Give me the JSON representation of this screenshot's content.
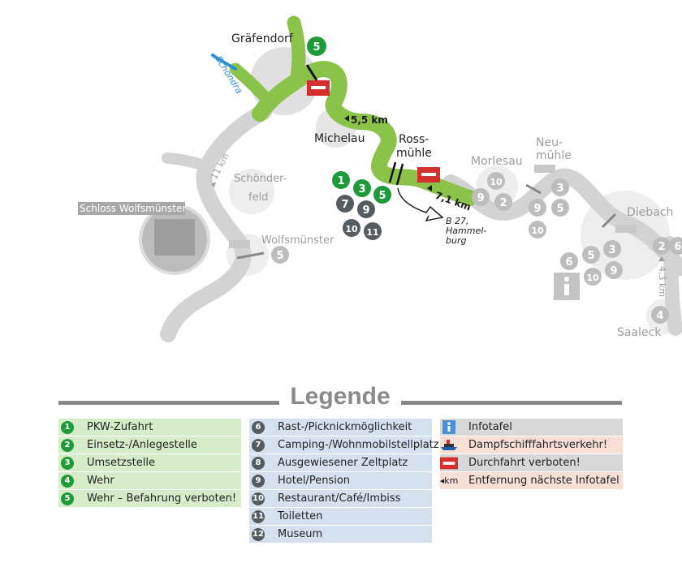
{
  "map": {
    "places": {
      "graefendorf": "Gräfendorf",
      "schondra": "Schondra",
      "michelau": "Michelau",
      "rossmuehle_1": "Ross-",
      "rossmuehle_2": "mühle",
      "morlesau": "Morlesau",
      "neumuehle_1": "Neu-",
      "neumuehle_2": "mühle",
      "diebach": "Diebach",
      "schoenderfeld_1": "Schönder-",
      "schoenderfeld_2": "feld",
      "schloss": "Schloss Wolfsmünster",
      "wolfsmuenster": "Wolfsmünster",
      "saaleck": "Saaleck",
      "b27_1": "B 27,",
      "b27_2": "Hammel-",
      "b27_3": "burg"
    },
    "distances": {
      "d55": "5,5 km",
      "d71": "7,1 km",
      "d11": "11 km",
      "d43": "4,3 km"
    },
    "markers": {
      "g1": "5",
      "r1": "1",
      "r2": "3",
      "r3": "5",
      "r4": "7",
      "r5": "9",
      "r6": "10",
      "r7": "11",
      "m1": "10",
      "m2": "9",
      "m3": "2",
      "n1": "3",
      "n2": "9",
      "n3": "5",
      "n4": "10",
      "d1": "3",
      "d2": "6",
      "d3": "5",
      "d4": "10",
      "d5": "9",
      "d6": "2",
      "d7": "6",
      "d8": "4",
      "w1": "5"
    }
  },
  "legend": {
    "title": "Legende",
    "col1": [
      {
        "num": "1",
        "label": "PKW-Zufahrt"
      },
      {
        "num": "2",
        "label": "Einsetz-/Anlegestelle"
      },
      {
        "num": "3",
        "label": "Umsetzstelle"
      },
      {
        "num": "4",
        "label": "Wehr"
      },
      {
        "num": "5",
        "label": "Wehr – Befahrung verboten!"
      }
    ],
    "col2": [
      {
        "num": "6",
        "label": "Rast-/Picknickmöglichkeit"
      },
      {
        "num": "7",
        "label": "Camping-/Wohnmobilstellplatz"
      },
      {
        "num": "8",
        "label": "Ausgewiesener Zeltplatz"
      },
      {
        "num": "9",
        "label": "Hotel/Pension"
      },
      {
        "num": "10",
        "label": "Restaurant/Café/Imbiss"
      },
      {
        "num": "11",
        "label": "Toiletten"
      },
      {
        "num": "12",
        "label": "Museum"
      }
    ],
    "col3": [
      {
        "icon": "info-icon",
        "label": "Infotafel"
      },
      {
        "icon": "steamship-icon",
        "label": "Dampfschifffahrtsverkehr!"
      },
      {
        "icon": "no-passage-icon",
        "label": "Durchfahrt verboten!"
      },
      {
        "icon": "km-icon",
        "icon_text": "km",
        "label": "Entfernung nächste Infotafel"
      }
    ]
  },
  "colors": {
    "river_active": "#8bc34a",
    "river_inactive": "#d3d3d3",
    "marker_green": "#1e9a3a",
    "marker_dark": "#555c60",
    "marker_grey": "#bdbdbd",
    "prohibited_red": "#d32f2f",
    "tributary_blue": "#2f8fd0"
  }
}
